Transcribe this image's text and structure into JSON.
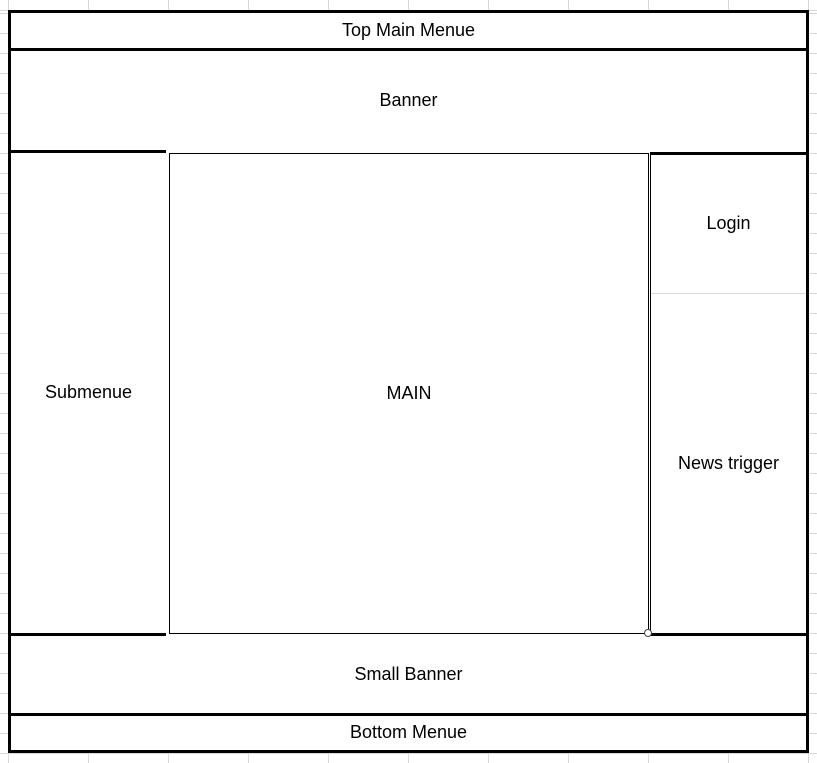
{
  "description": "Website layout wireframe drawn on a spreadsheet grid",
  "colors": {
    "border": "#000000",
    "gridline": "#d8d8d8",
    "login_news_divider": "#d9d9d9",
    "background": "#ffffff",
    "text": "#000000"
  },
  "regions": {
    "top_menu": {
      "label": "Top Main Menue"
    },
    "banner": {
      "label": "Banner"
    },
    "submenu": {
      "label": "Submenue"
    },
    "main": {
      "label": "MAIN"
    },
    "login": {
      "label": "Login"
    },
    "news_trigger": {
      "label": "News trigger"
    },
    "small_banner": {
      "label": "Small Banner"
    },
    "bottom_menu": {
      "label": "Bottom Menue"
    }
  }
}
